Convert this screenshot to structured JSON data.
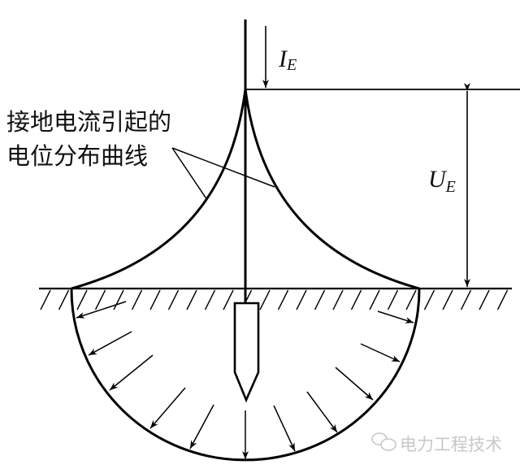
{
  "labels": {
    "current_symbol": "I",
    "current_subscript": "E",
    "voltage_symbol": "U",
    "voltage_subscript": "E",
    "curve_label_line1": "接地电流引起的",
    "curve_label_line2": "电位分布曲线"
  },
  "watermark": {
    "text": "电力工程技术",
    "icon": "wechat-icon"
  },
  "colors": {
    "line": "#000000",
    "watermark": "#c8c8c8"
  }
}
